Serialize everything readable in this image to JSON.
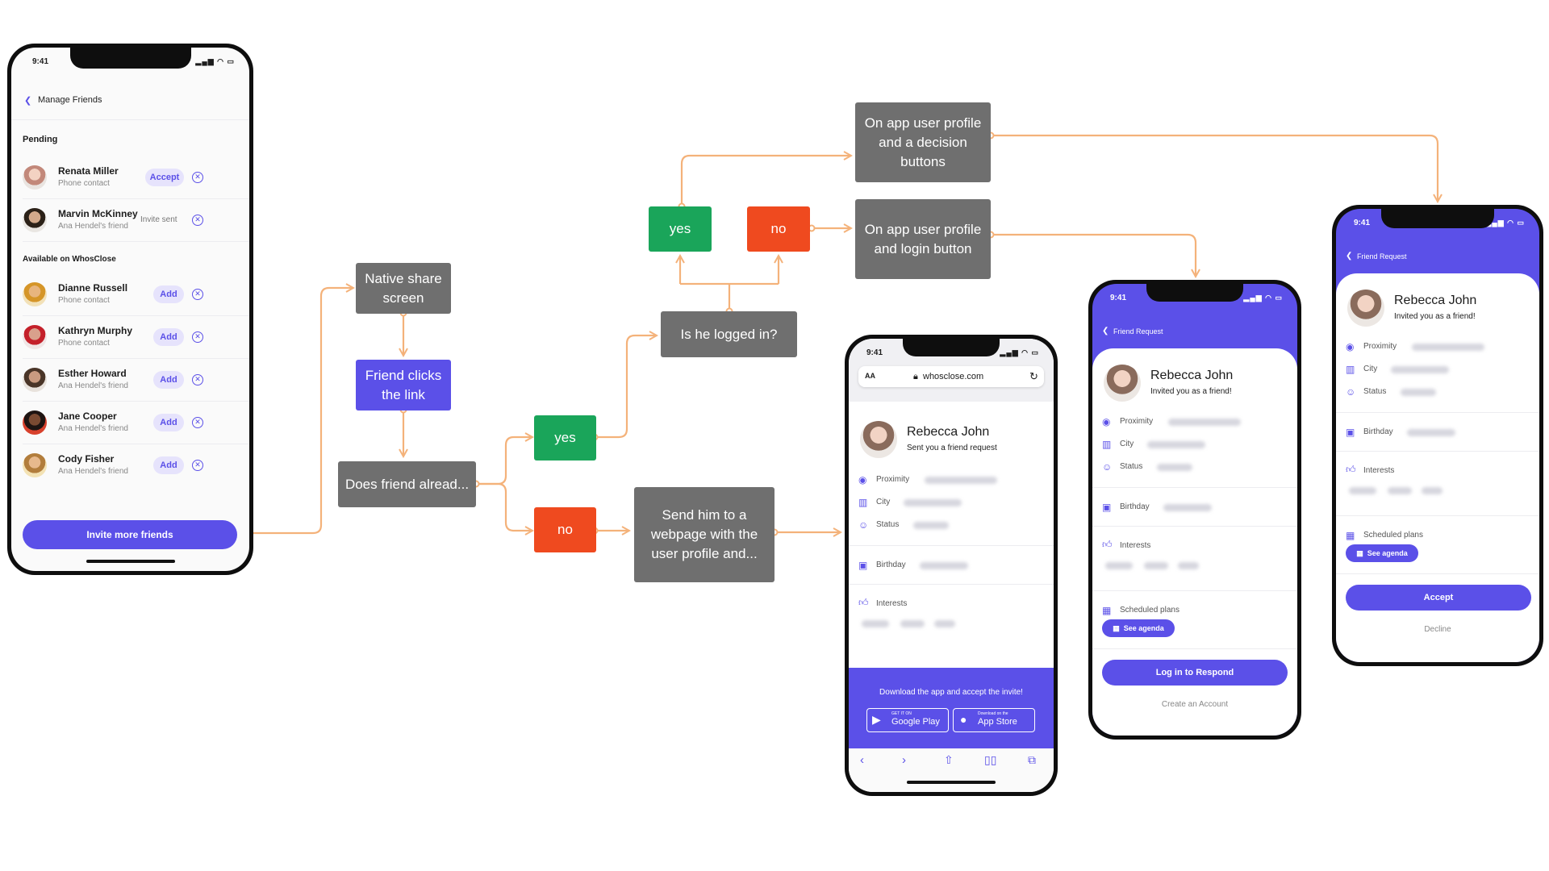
{
  "colors": {
    "accent": "#5b50e8",
    "connector": "#f4b27a",
    "node_gray": "#6f6f6f",
    "node_green": "#1aa55a",
    "node_red": "#ef4a1f"
  },
  "flow": {
    "native_share": "Native share screen",
    "friend_clicks": "Friend clicks the link",
    "does_friend": "Does friend alread...",
    "yes1": "yes",
    "no1": "no",
    "logged_in": "Is he logged in?",
    "send_webpage": "Send him to a webpage with the user profile and...",
    "yes2": "yes",
    "no2": "no",
    "profile_decision": "On app user profile and a decision buttons",
    "profile_login": "On app user profile and login button"
  },
  "manage": {
    "time": "9:41",
    "back_title": "Manage Friends",
    "pending_label": "Pending",
    "pending": [
      {
        "name": "Renata Miller",
        "sub": "Phone contact",
        "action": "Accept"
      },
      {
        "name": "Marvin McKinney",
        "sub": "Ana Hendel's  friend",
        "action": "Invite sent"
      }
    ],
    "available_label": "Available on WhosClose",
    "available": [
      {
        "name": "Dianne Russell",
        "sub": "Phone contact",
        "action": "Add"
      },
      {
        "name": "Kathryn Murphy",
        "sub": "Phone contact",
        "action": "Add"
      },
      {
        "name": "Esther Howard",
        "sub": "Ana Hendel's  friend",
        "action": "Add"
      },
      {
        "name": "Jane Cooper",
        "sub": "Ana Hendel's  friend",
        "action": "Add"
      },
      {
        "name": "Cody Fisher",
        "sub": "Ana Hendel's  friend",
        "action": "Add"
      }
    ],
    "invite_button": "Invite more friends"
  },
  "web": {
    "time": "9:41",
    "aa": "AA",
    "url": "whosclose.com",
    "name": "Rebecca John",
    "sub": "Sent you a friend request",
    "proximity": "Proximity",
    "city": "City",
    "status": "Status",
    "birthday": "Birthday",
    "interests": "Interests",
    "banner": "Download the app and accept the invite!",
    "gp_small": "GET IT ON",
    "gp_big": "Google Play",
    "as_small": "Download on the",
    "as_big": "App Store"
  },
  "login": {
    "time": "9:41",
    "header": "Friend Request",
    "name": "Rebecca John",
    "sub": "Invited you as a friend!",
    "proximity": "Proximity",
    "city": "City",
    "status": "Status",
    "birthday": "Birthday",
    "interests": "Interests",
    "plans": "Scheduled plans",
    "see_agenda": "See agenda",
    "primary": "Log in to Respond",
    "secondary": "Create an Account"
  },
  "decision": {
    "time": "9:41",
    "header": "Friend Request",
    "name": "Rebecca John",
    "sub": "Invited you as a friend!",
    "proximity": "Proximity",
    "city": "City",
    "status": "Status",
    "birthday": "Birthday",
    "interests": "Interests",
    "plans": "Scheduled plans",
    "see_agenda": "See agenda",
    "primary": "Accept",
    "secondary": "Decline"
  }
}
